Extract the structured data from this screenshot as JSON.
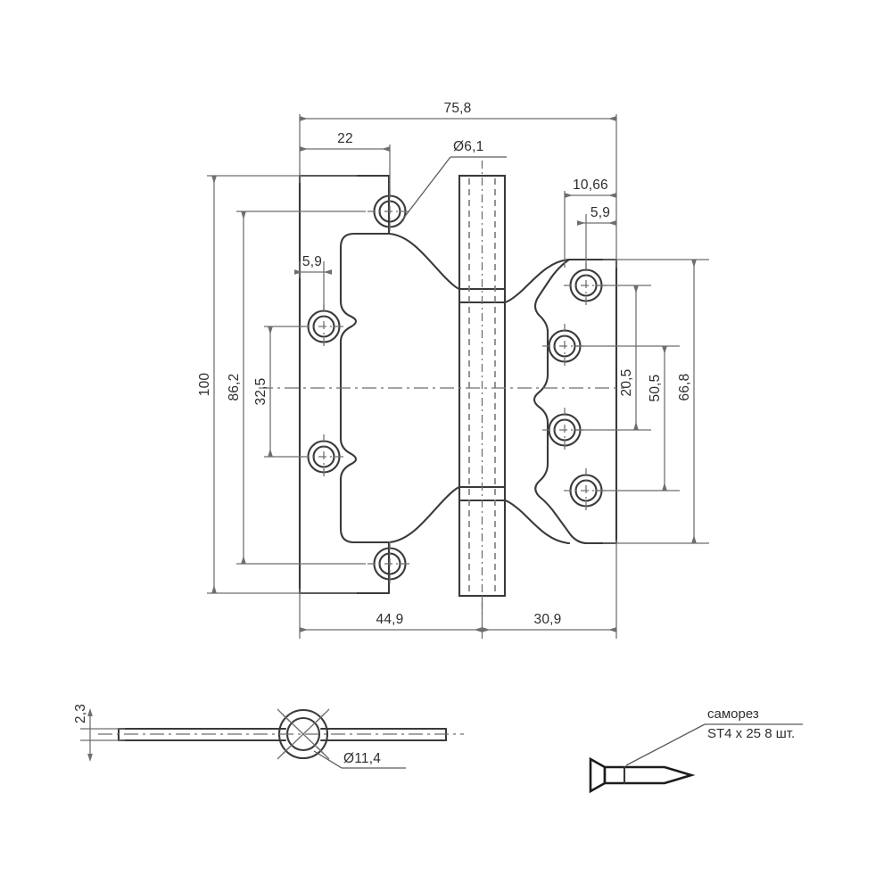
{
  "drawing": {
    "title": "Door hinge technical drawing",
    "units": "mm",
    "line_color": "#3a3a3a",
    "dim_color": "#6e6e6e",
    "text_color": "#2e2e2e",
    "background": "#ffffff"
  },
  "front_view": {
    "name": "hinge-front-view",
    "dimensions": {
      "overall_width": "75,8",
      "overall_height": "100",
      "left_hole_offset_x": "22",
      "hole_diameter": "Ø6,1",
      "left_edge_offset": "5,9",
      "right_edge_offset": "5,9",
      "right_inner_offset": "10,66",
      "height_86_2": "86,2",
      "height_32_5": "32,5",
      "height_20_5": "20,5",
      "height_50_5": "50,5",
      "height_66_8": "66,8",
      "left_plate_width": "44,9",
      "right_plate_width": "30,9"
    }
  },
  "side_view": {
    "name": "hinge-side-view",
    "dimensions": {
      "thickness": "2,3",
      "knuckle_diameter": "Ø11,4"
    }
  },
  "screw_detail": {
    "name": "screw-detail",
    "note_line1": "саморез",
    "note_line2": "ST4 x 25 8 шт."
  },
  "labels": {
    "d75_8": "75,8",
    "d22": "22",
    "d6_1": "Ø6,1",
    "d10_66": "10,66",
    "d5_9_right": "5,9",
    "d5_9_left": "5,9",
    "d100": "100",
    "d86_2": "86,2",
    "d32_5": "32,5",
    "d20_5": "20,5",
    "d50_5": "50,5",
    "d66_8": "66,8",
    "d44_9": "44,9",
    "d30_9": "30,9",
    "d2_3": "2,3",
    "d11_4": "Ø11,4",
    "screw_l1": "саморез",
    "screw_l2": "ST4 x 25 8 шт."
  }
}
